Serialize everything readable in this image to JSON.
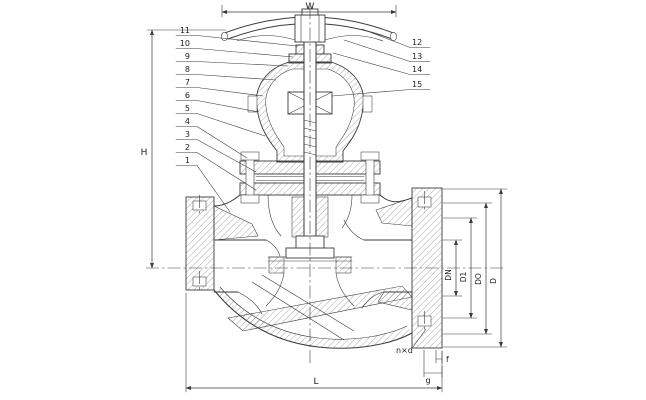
{
  "figure": {
    "kind": "globe-valve-sectional-drawing"
  },
  "colors": {
    "line": "#3a3a3a",
    "background": "#ffffff",
    "hatch": "#575757",
    "text": "#222222"
  },
  "dimension_labels": {
    "w": "W",
    "h": "H",
    "l": "L",
    "dn": "DN",
    "d1": "D1",
    "do": "DO",
    "d": "D",
    "nxd": "n×d",
    "f": "f",
    "g": "g"
  },
  "callouts": {
    "left": [
      "11",
      "10",
      "9",
      "8",
      "7",
      "6",
      "5",
      "4",
      "3",
      "2",
      "1"
    ],
    "right": [
      "12",
      "13",
      "14",
      "15"
    ]
  }
}
